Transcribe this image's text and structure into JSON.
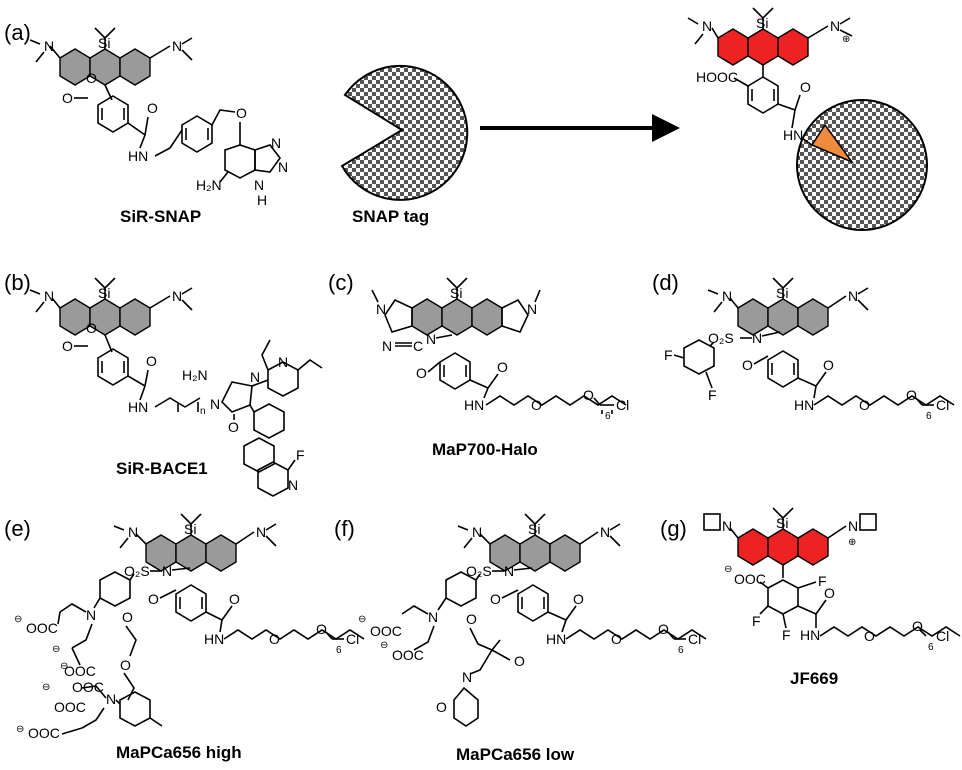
{
  "panels": {
    "a": {
      "letter": "(a)",
      "caption": "SiR-SNAP",
      "tag_caption": "SNAP tag"
    },
    "b": {
      "letter": "(b)",
      "caption": "SiR-BACE1"
    },
    "c": {
      "letter": "(c)",
      "caption": "MaP700-Halo"
    },
    "d": {
      "letter": "(d)"
    },
    "e": {
      "letter": "(e)",
      "caption": "MaPCa656 high"
    },
    "f": {
      "letter": "(f)",
      "caption": "MaPCa656 low"
    },
    "g": {
      "letter": "(g)",
      "caption": "JF669"
    }
  },
  "atoms": {
    "si": "Si",
    "nme2": "N",
    "o": "O",
    "hn": "HN",
    "h2n": "H₂N",
    "nh": "N",
    "h": "H",
    "n": "N",
    "cooh": "HOOC",
    "n_plus": "N",
    "plus": "⊕",
    "minus": "⊖",
    "ooc": "OOC",
    "cl": "Cl",
    "f": "F",
    "so2": "O₂S",
    "s": "S",
    "nc": "N",
    "c": "C",
    "sub_6": "6",
    "sub_n": "n"
  },
  "colors": {
    "grey_ring": "#9a9a9a",
    "red_ring": "#ee2222",
    "orange_wedge": "#f08a3c",
    "checker_dark": "#555555",
    "checker_light": "#ffffff"
  }
}
